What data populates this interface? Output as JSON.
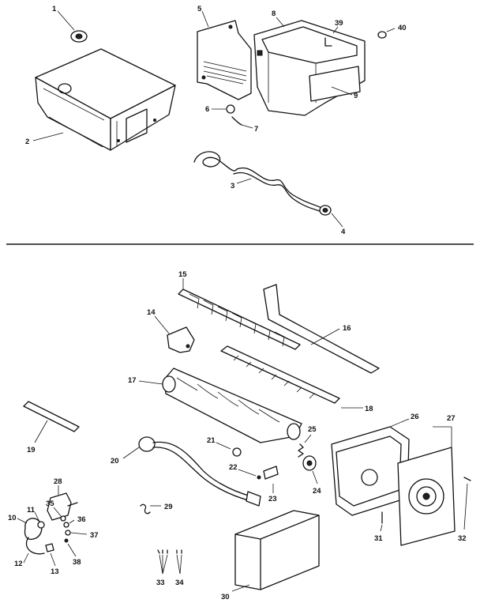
{
  "callouts": {
    "c1": "1",
    "c2": "2",
    "c3": "3",
    "c4": "4",
    "c5": "5",
    "c6": "6",
    "c7": "7",
    "c8": "8",
    "c9": "9",
    "c39": "39",
    "c40": "40",
    "c10": "10",
    "c11": "11",
    "c12": "12",
    "c13": "13",
    "c14": "14",
    "c15": "15",
    "c16": "16",
    "c17": "17",
    "c18": "18",
    "c19": "19",
    "c20": "20",
    "c21": "21",
    "c22": "22",
    "c23": "23",
    "c24": "24",
    "c25": "25",
    "c26": "26",
    "c27": "27",
    "c28": "28",
    "c29": "29",
    "c30": "30",
    "c31": "31",
    "c32": "32",
    "c33": "33",
    "c34": "34",
    "c35": "35",
    "c36": "36",
    "c37": "37",
    "c38": "38"
  }
}
